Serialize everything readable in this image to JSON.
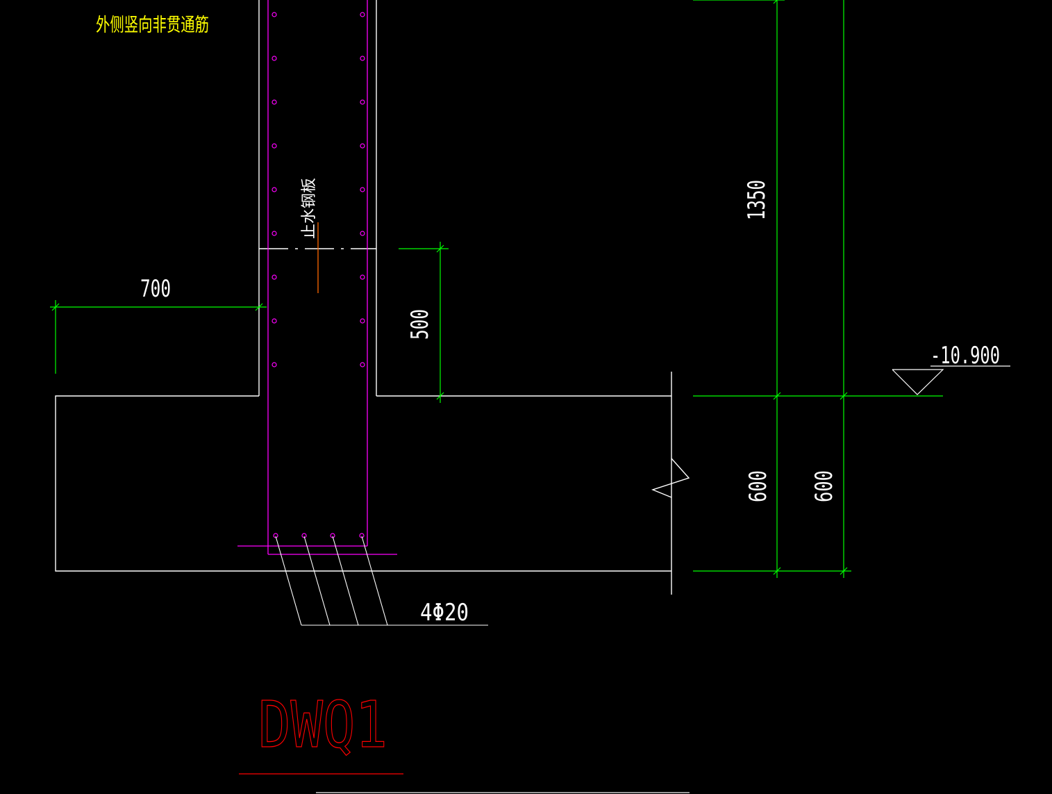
{
  "colors": {
    "background": "#000000",
    "outline": "#ffffff",
    "dimension": "#00ff00",
    "rebar": "#ff00ff",
    "annotation_yellow": "#ffff00",
    "title_red": "#ff0000",
    "axis_orange": "#ff6a00"
  },
  "labels": {
    "outer_vertical_rebar": "外侧竖向非贯通筋",
    "waterstop_plate": "止水钢板",
    "rebar_callout": "4Φ20",
    "elevation": "-10.900",
    "title": "DWQ1"
  },
  "dimensions": {
    "d700": "700",
    "d500": "500",
    "d1350": "1350",
    "d600_left": "600",
    "d600_right": "600"
  }
}
